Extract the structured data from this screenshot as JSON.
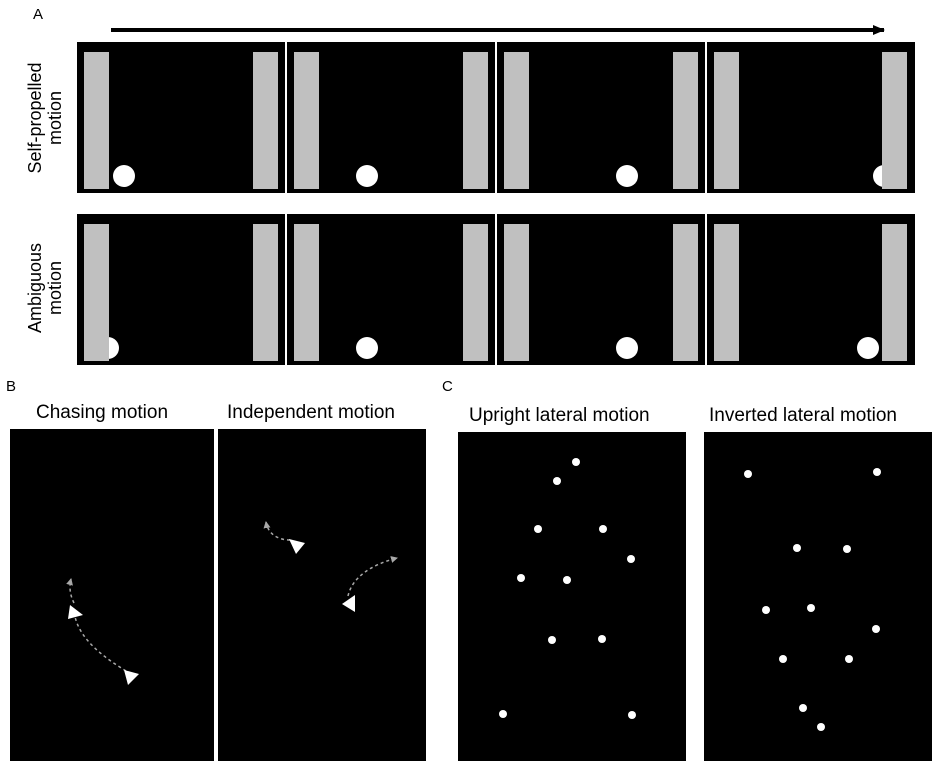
{
  "panels": {
    "a": {
      "letter": "A",
      "rows": [
        {
          "label_line1": "Self-propelled",
          "label_line2": "motion"
        },
        {
          "label_line1": "Ambiguous",
          "label_line2": "motion"
        }
      ]
    },
    "b": {
      "letter": "B",
      "left_title": "Chasing motion",
      "right_title": "Independent motion"
    },
    "c": {
      "letter": "C",
      "left_title": "Upright lateral motion",
      "right_title": "Inverted lateral motion"
    }
  },
  "colors": {
    "background": "#000000",
    "occluder": "#c0c0c0",
    "ball": "#ffffff",
    "path": "#a8a8a8",
    "arrow": "#000000"
  }
}
